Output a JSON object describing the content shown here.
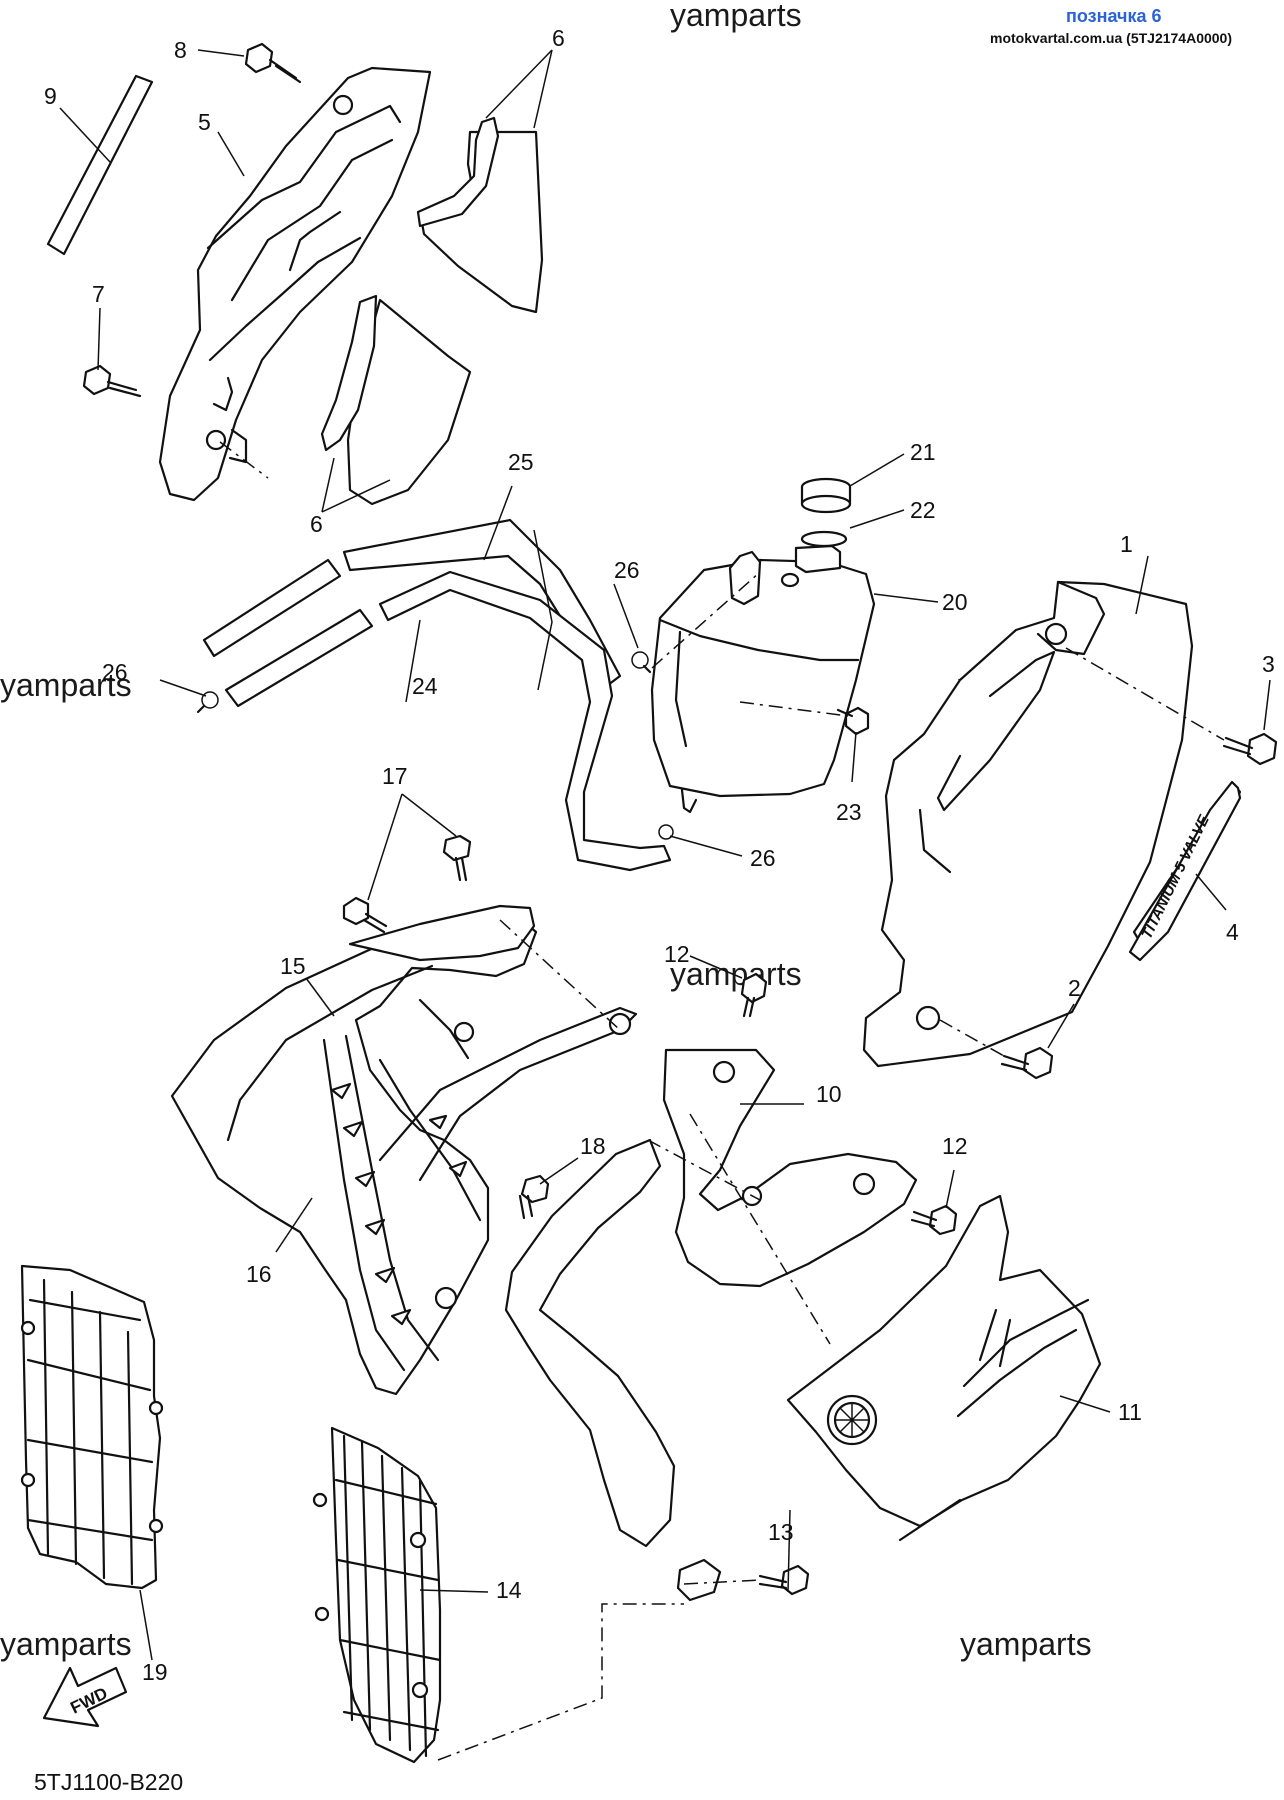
{
  "header": {
    "label_title": "позначка 6",
    "source_line": "motokvartal.com.ua (5TJ2174A0000)"
  },
  "watermark": "yamparts",
  "diagram_code": "5TJ1100-B220",
  "direction_badge": "FWD",
  "decal_text": "TITANIUM 5 VALVE",
  "callouts": {
    "c1": "1",
    "c2": "2",
    "c3": "3",
    "c4": "4",
    "c5": "5",
    "c6a": "6",
    "c6b": "6",
    "c7": "7",
    "c8": "8",
    "c9": "9",
    "c10": "10",
    "c11": "11",
    "c12a": "12",
    "c12b": "12",
    "c13": "13",
    "c14": "14",
    "c15": "15",
    "c16": "16",
    "c17": "17",
    "c18": "18",
    "c19": "19",
    "c20": "20",
    "c21": "21",
    "c22": "22",
    "c23": "23",
    "c24": "24",
    "c25": "25",
    "c26a": "26",
    "c26b": "26",
    "c26c": "26"
  }
}
